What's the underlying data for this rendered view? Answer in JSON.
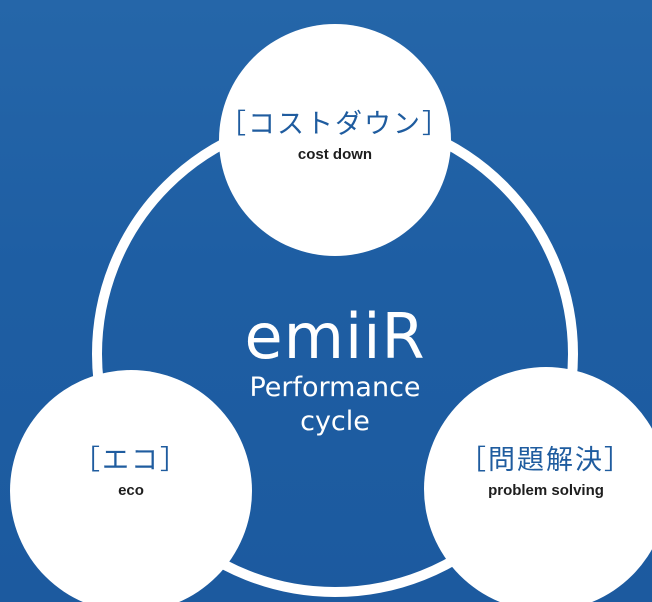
{
  "diagram": {
    "center": {
      "brand": "emiiR",
      "line1": "Performance",
      "line2": "cycle"
    },
    "nodes": [
      {
        "jp": "［コストダウン］",
        "en": "cost down"
      },
      {
        "jp": "［エコ］",
        "en": "eco"
      },
      {
        "jp": "［問題解決］",
        "en": "problem solving"
      }
    ],
    "colors": {
      "background": "#1f60a5",
      "ring": "#ffffff",
      "node_fill": "#ffffff",
      "jp_text": "#1f5c9f",
      "en_text": "#1e1e1e",
      "center_text": "#ffffff"
    }
  }
}
